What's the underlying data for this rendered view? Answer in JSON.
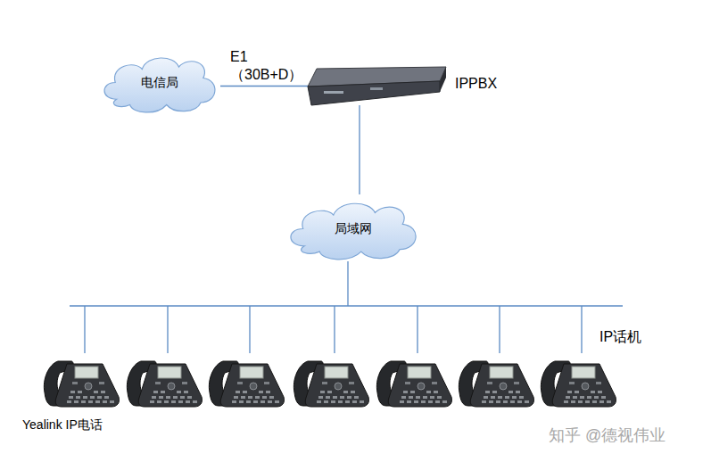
{
  "diagram": {
    "nodes": [
      {
        "text": [
          "电信局"
        ]
      },
      {
        "text": [
          "IPPBX"
        ]
      },
      {
        "text": [
          "局域网"
        ]
      }
    ],
    "edges": [
      {
        "from": 0,
        "to": 1,
        "arrow": "none",
        "label": "E1 （30B+D）"
      },
      {
        "from": 1,
        "to": 2,
        "arrow": "none"
      }
    ],
    "labels": [
      "IP话机",
      "Yealink IP电话",
      "知乎 @德视伟业"
    ]
  }
}
